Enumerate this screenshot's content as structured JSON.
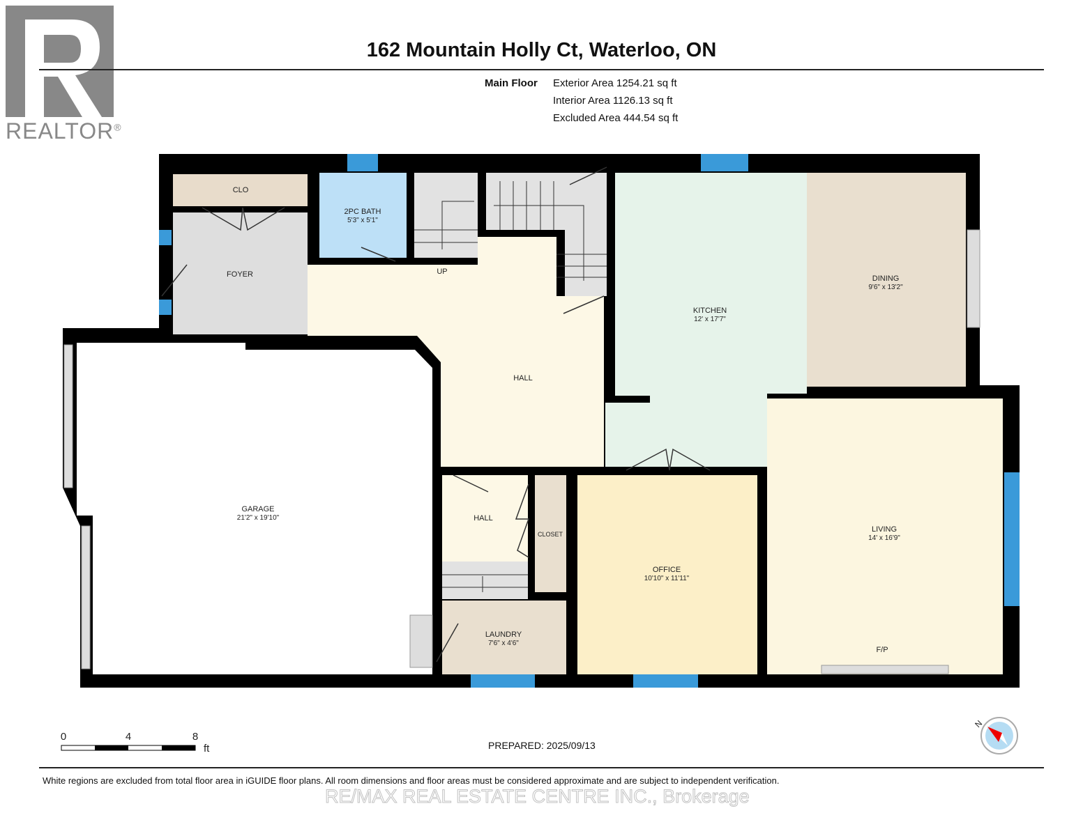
{
  "title": "162 Mountain Holly Ct, Waterloo, ON",
  "logo": {
    "text": "REALTOR",
    "mark": "®"
  },
  "areas": {
    "floor": "Main Floor",
    "exterior": "Exterior Area 1254.21 sq ft",
    "interior": "Interior Area 1126.13 sq ft",
    "excluded": "Excluded Area 444.54 sq ft"
  },
  "rooms": {
    "clo": {
      "name": "CLO"
    },
    "bath": {
      "name": "2PC BATH",
      "dims": "5'3\" x 5'1\""
    },
    "foyer": {
      "name": "FOYER"
    },
    "up": {
      "name": "UP"
    },
    "kitchen": {
      "name": "KITCHEN",
      "dims": "12' x 17'7\""
    },
    "dining": {
      "name": "DINING",
      "dims": "9'6\" x 13'2\""
    },
    "hall": {
      "name": "HALL"
    },
    "garage": {
      "name": "GARAGE",
      "dims": "21'2\" x 19'10\""
    },
    "hall2": {
      "name": "HALL"
    },
    "closet": {
      "name": "CLOSET"
    },
    "office": {
      "name": "OFFICE",
      "dims": "10'10\" x 11'11\""
    },
    "living": {
      "name": "LIVING",
      "dims": "14' x 16'9\""
    },
    "fp": {
      "name": "F/P"
    },
    "laundry": {
      "name": "LAUNDRY",
      "dims": "7'6\" x 4'6\""
    }
  },
  "scale": {
    "ticks": [
      "0",
      "4",
      "8"
    ],
    "unit": "ft"
  },
  "compass": {
    "label": "N"
  },
  "prepared": "PREPARED: 2025/09/13",
  "disclaimer": "White regions are excluded from total floor area in iGUIDE floor plans. All room dimensions and floor areas must be considered approximate and are subject to independent verification.",
  "brokerage": "RE/MAX REAL ESTATE CENTRE INC., Brokerage",
  "colors": {
    "wall": "#000000",
    "window": "#3a9ad9",
    "kitchen": "#e6f3ea",
    "dining": "#e9dfcf",
    "hall": "#fdf8e6",
    "office": "#fcefc8",
    "bath": "#bde0f7"
  }
}
